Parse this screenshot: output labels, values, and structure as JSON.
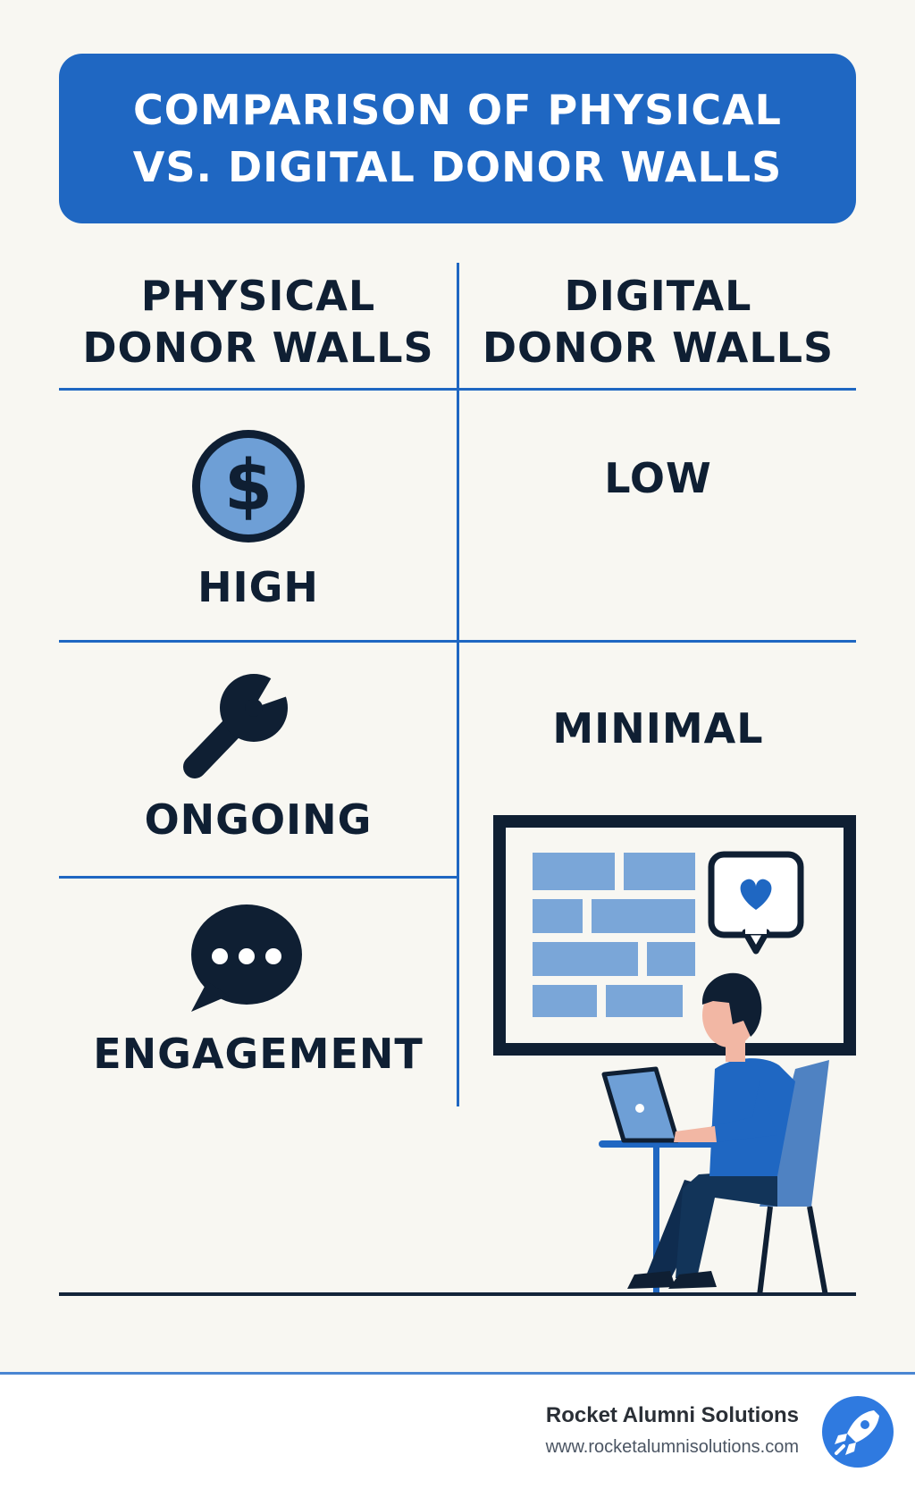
{
  "title": {
    "line1": "COMPARISON OF PHYSICAL",
    "line2": "VS. DIGITAL DONOR WALLS"
  },
  "columns": {
    "physical": {
      "line1": "PHYSICAL",
      "line2": "DONOR WALLS"
    },
    "digital": {
      "line1": "DIGITAL",
      "line2": "DONOR WALLS"
    }
  },
  "rows": [
    {
      "icon": "dollar-coin-icon",
      "physical": "HIGH",
      "digital": "LOW"
    },
    {
      "icon": "wrench-icon",
      "physical": "ONGOING",
      "digital": "MINIMAL"
    },
    {
      "icon": "chat-bubble-icon",
      "physical": "ENGAGEMENT",
      "digital": ""
    }
  ],
  "illustration": {
    "icons": [
      "digital-wall-screen",
      "heart-speech-bubble-icon",
      "person-at-laptop"
    ]
  },
  "footer": {
    "brand": "Rocket Alumni Solutions",
    "url": "www.rocketalumnisolutions.com",
    "logo_icon": "rocket-icon"
  },
  "colors": {
    "accent": "#1f67c2",
    "text": "#0f1f33",
    "icon_fill": "#6e9fd6",
    "background": "#f8f7f2"
  }
}
